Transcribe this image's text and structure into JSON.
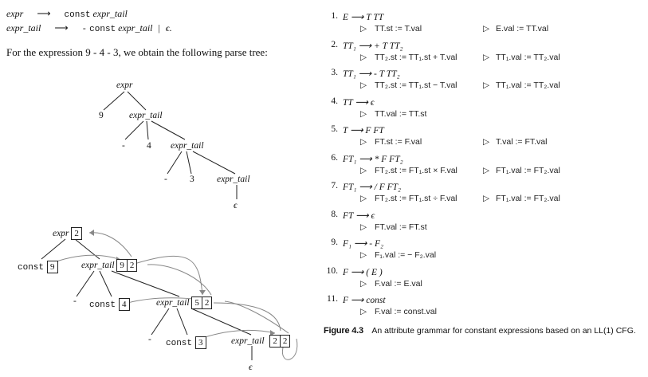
{
  "grammar": {
    "line1": {
      "lhs": "expr",
      "arrow": "⟶",
      "rhs": [
        "const",
        "expr_tail"
      ]
    },
    "line2": {
      "lhs": "expr_tail",
      "arrow": "⟶",
      "rhs": [
        "-",
        "const",
        "expr_tail",
        "|",
        "ϵ."
      ]
    }
  },
  "intro_text": "For the expression 9 - 4 - 3, we obtain the following parse tree:",
  "tree1": {
    "nodes": [
      "expr",
      "9",
      "expr_tail",
      "-",
      "4",
      "expr_tail",
      "-",
      "3",
      "expr_tail",
      "ϵ"
    ]
  },
  "tree2": {
    "nodes": [
      "expr",
      "2",
      "const",
      "9",
      "expr_tail",
      "9",
      "2",
      "-",
      "const",
      "4",
      "expr_tail",
      "5",
      "2",
      "-",
      "const",
      "3",
      "expr_tail",
      "2",
      "2",
      "ϵ"
    ]
  },
  "rules": [
    {
      "num": "1.",
      "prod": "E ⟶ T TT",
      "a1": "TT.st := T.val",
      "a2": "E.val := TT.val"
    },
    {
      "num": "2.",
      "prod": "TT₁ ⟶ + T TT₂",
      "a1": "TT₂.st := TT₁.st + T.val",
      "a2": "TT₁.val := TT₂.val"
    },
    {
      "num": "3.",
      "prod": "TT₁ ⟶ - T TT₂",
      "a1": "TT₂.st := TT₁.st − T.val",
      "a2": "TT₁.val := TT₂.val"
    },
    {
      "num": "4.",
      "prod": "TT ⟶ ϵ",
      "a1": "TT.val := TT.st",
      "a2": ""
    },
    {
      "num": "5.",
      "prod": "T ⟶ F FT",
      "a1": "FT.st := F.val",
      "a2": "T.val := FT.val"
    },
    {
      "num": "6.",
      "prod": "FT₁ ⟶ * F FT₂",
      "a1": "FT₂.st := FT₁.st × F.val",
      "a2": "FT₁.val := FT₂.val"
    },
    {
      "num": "7.",
      "prod": "FT₁ ⟶ / F FT₂",
      "a1": "FT₂.st := FT₁.st ÷ F.val",
      "a2": "FT₁.val := FT₂.val"
    },
    {
      "num": "8.",
      "prod": "FT ⟶ ϵ",
      "a1": "FT.val := FT.st",
      "a2": ""
    },
    {
      "num": "9.",
      "prod": "F₁ ⟶ - F₂",
      "a1": "F₁.val := − F₂.val",
      "a2": ""
    },
    {
      "num": "10.",
      "prod": "F ⟶ ( E )",
      "a1": "F.val := E.val",
      "a2": ""
    },
    {
      "num": "11.",
      "prod": "F ⟶ const",
      "a1": "F.val := const.val",
      "a2": ""
    }
  ],
  "triangle": "▷",
  "caption": {
    "label": "Figure 4.3",
    "text": "An attribute grammar for constant expressions based on an LL(1) CFG."
  }
}
